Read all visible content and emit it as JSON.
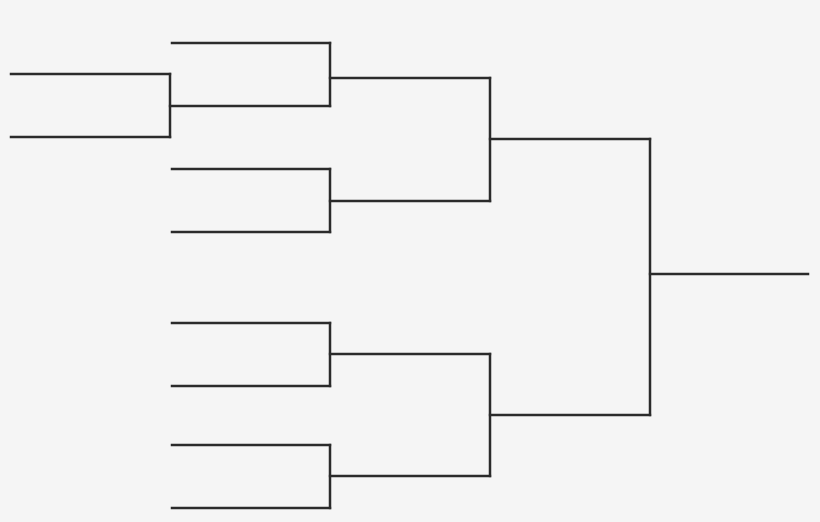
{
  "diagram": {
    "type": "tournament-bracket",
    "line_color": "#2b2b2b",
    "background": "#f5f5f5",
    "rounds": 4,
    "first_round_slots": 8,
    "play_in_slots": 2,
    "labels": []
  }
}
